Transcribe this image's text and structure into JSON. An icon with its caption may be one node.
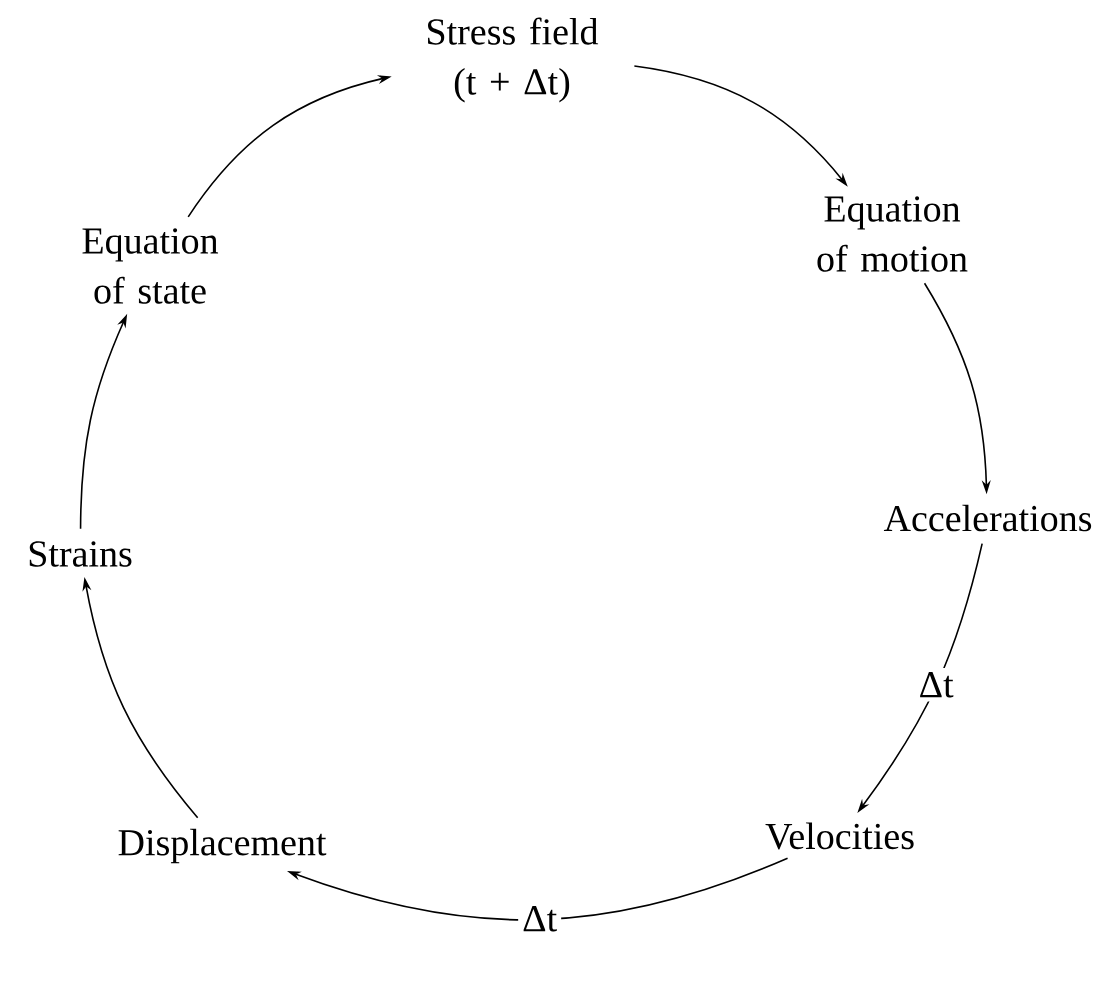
{
  "diagram": {
    "nodes": [
      {
        "text": [
          "Stress field (t + Δt)"
        ]
      },
      {
        "text": [
          "Equation of motion"
        ]
      },
      {
        "text": [
          "Accelerations"
        ]
      },
      {
        "text": [
          "Velocities"
        ]
      },
      {
        "text": [
          "Displacement"
        ]
      },
      {
        "text": [
          "Strains"
        ]
      },
      {
        "text": [
          "Equation of state"
        ]
      }
    ],
    "edges": [
      {
        "from": 0,
        "to": 1,
        "arrow": "to"
      },
      {
        "from": 1,
        "to": 2,
        "arrow": "to"
      },
      {
        "from": 2,
        "to": 3,
        "arrow": "to",
        "label": "Δt"
      },
      {
        "from": 3,
        "to": 4,
        "arrow": "to",
        "label": "Δt"
      },
      {
        "from": 4,
        "to": 5,
        "arrow": "to"
      },
      {
        "from": 5,
        "to": 6,
        "arrow": "to"
      },
      {
        "from": 6,
        "to": 0,
        "arrow": "to"
      }
    ]
  }
}
